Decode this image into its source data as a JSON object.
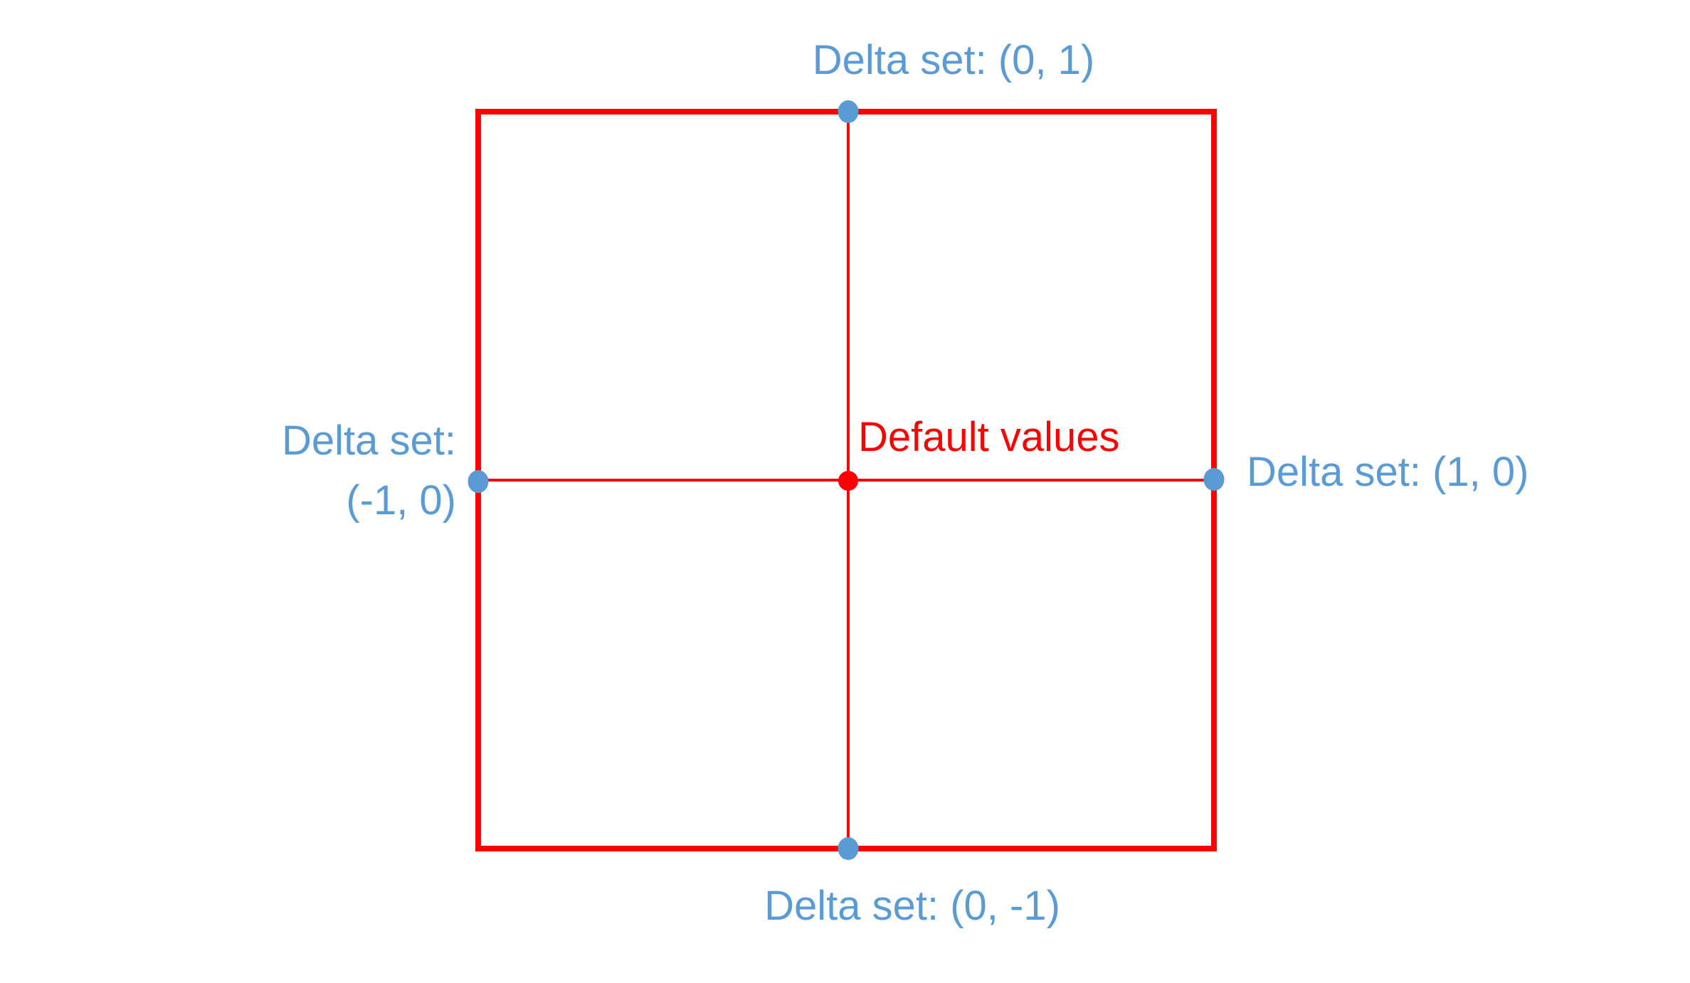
{
  "colors": {
    "red": "#ff0000",
    "blue": "#5b9bd5",
    "background": "#ffffff"
  },
  "diagram": {
    "center": {
      "label": "Default values"
    },
    "top": {
      "label": "Delta set: (0, 1)"
    },
    "right": {
      "label": "Delta set: (1, 0)"
    },
    "bottom": {
      "label": "Delta set: (0, -1)"
    },
    "left": {
      "label_line1": "Delta set:",
      "label_line2": "(-1, 0)"
    }
  }
}
